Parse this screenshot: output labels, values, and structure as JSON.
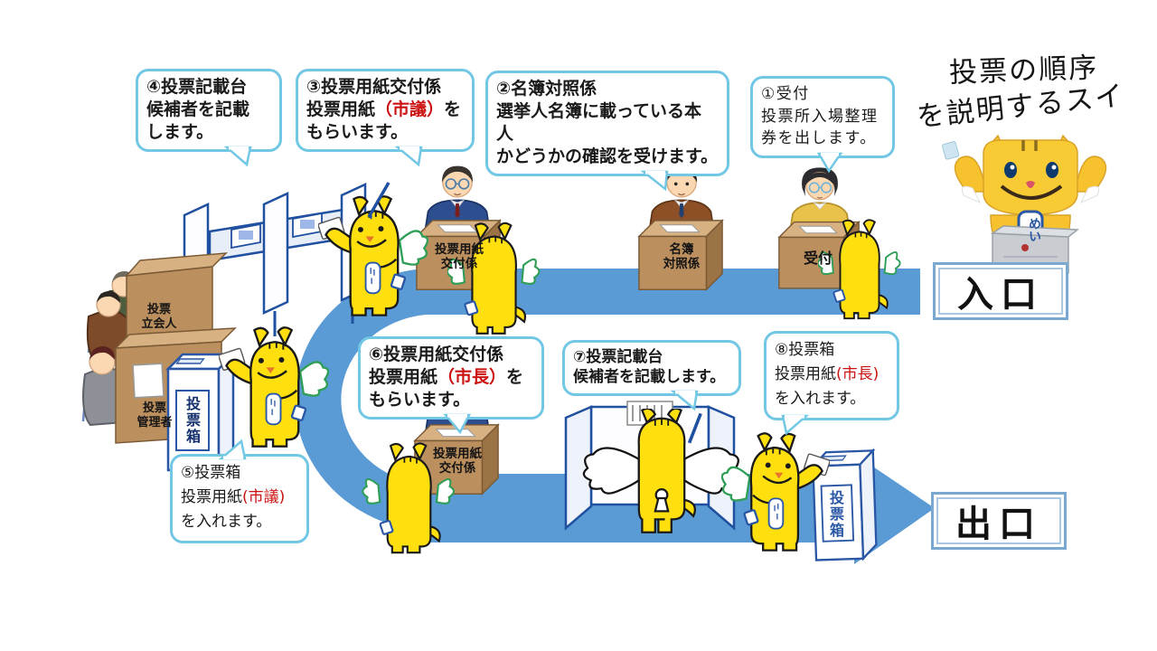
{
  "title": {
    "line1": "投票の順序",
    "line2": "を説明するスイ"
  },
  "signs": {
    "entrance": "入口",
    "exit": "出口"
  },
  "bubbles": {
    "b1": {
      "l1": "①受付",
      "l2": "投票所入場整理",
      "l3": "券を出します。"
    },
    "b2": {
      "l1": "②名簿対照係",
      "l2": "選挙人名簿に載っている本人",
      "l3": "かどうかの確認を受けます。"
    },
    "b3": {
      "l1": "③投票用紙交付係",
      "l2pre": "投票用紙",
      "l2red": "（市議）",
      "l2post": "を",
      "l3": "もらいます。"
    },
    "b4": {
      "l1": "④投票記載台",
      "l2": "候補者を記載",
      "l3": "します。"
    },
    "b5": {
      "l1": "⑤投票箱",
      "l2pre": "投票用紙",
      "l2red": "(市議)",
      "l2post": "",
      "l3": "を入れます。"
    },
    "b6": {
      "l1": "⑥投票用紙交付係",
      "l2pre": "投票用紙",
      "l2red": "（市長）",
      "l2post": "を",
      "l3": "もらいます。"
    },
    "b7": {
      "l1": "⑦投票記載台",
      "l2": "候補者を記載します。"
    },
    "b8": {
      "l1": "⑧投票箱",
      "l2pre": "投票用紙",
      "l2red": "(市長)",
      "l2post": "",
      "l3": "を入れます。"
    }
  },
  "desks": {
    "issue_top": {
      "label": "投票用紙\n交付係"
    },
    "register": {
      "label": "名簿\n対照係"
    },
    "reception": {
      "label": "受付"
    },
    "issue_bottom": {
      "label": "投票用紙\n交付係"
    }
  },
  "ballot_boxes": {
    "box5": "投票箱",
    "box8": "投票箱"
  },
  "officials": {
    "observers": "投票\n立会人",
    "manager": "投票\n管理者"
  },
  "mascot_photo": {
    "badge": "めい"
  },
  "colors": {
    "route": "#5b9bd5",
    "bubble_border": "#72c7e4",
    "highlight_red": "#cc1111",
    "mascot_yellow": "#ffdf0e"
  }
}
